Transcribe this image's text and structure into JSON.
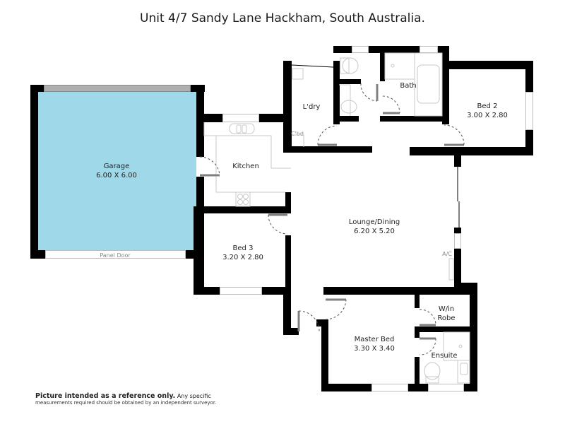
{
  "title": "Unit 4/7 Sandy Lane Hackham, South Australia.",
  "colors": {
    "garage_fill": "#9fd8e8",
    "wall": "#000000",
    "door_leaf": "#808080",
    "fixture_line": "#c8c8c8"
  },
  "rooms": {
    "garage": {
      "name": "Garage",
      "dims": "6.00 X 6.00"
    },
    "panel_door": {
      "name": "Panel Door"
    },
    "kitchen": {
      "name": "Kitchen"
    },
    "laundry": {
      "name": "L'dry"
    },
    "cupboard": {
      "name": "C'bd"
    },
    "bath": {
      "name": "Bath"
    },
    "bed2": {
      "name": "Bed 2",
      "dims": "3.00 X 2.80"
    },
    "bed3": {
      "name": "Bed 3",
      "dims": "3.20 X 2.80"
    },
    "lounge": {
      "name": "Lounge/Dining",
      "dims": "6.20 X 5.20"
    },
    "ac": {
      "name": "A/C"
    },
    "wir_line1": {
      "name": "W/in"
    },
    "wir_line2": {
      "name": "Robe"
    },
    "master": {
      "name": "Master Bed",
      "dims": "3.30 X 3.40"
    },
    "ensuite": {
      "name": "Ensuite"
    }
  },
  "disclaimer": {
    "bold": "Picture intended as a reference only.",
    "line1": "Any specific",
    "line2": "measurements required should be obtained by an independent surveyor."
  }
}
